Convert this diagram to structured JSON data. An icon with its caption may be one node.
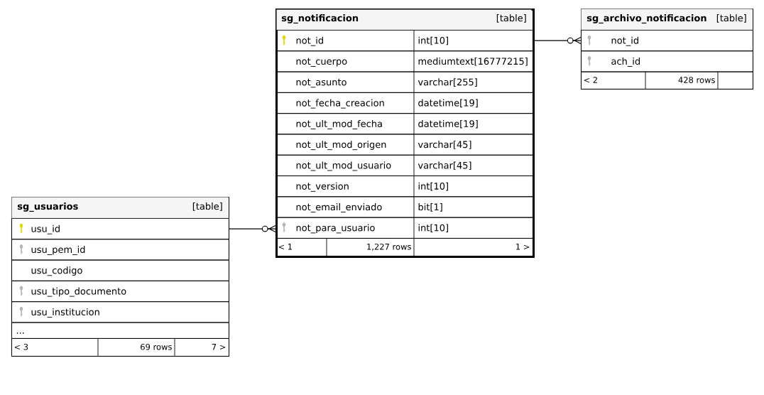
{
  "diagram": {
    "nodes": [
      {
        "text": [
          "sg_notificacion",
          "[table]"
        ]
      },
      {
        "text": [
          "not_id",
          "int[10]"
        ],
        "in": 0
      },
      {
        "text": [
          "not_cuerpo",
          "mediumtext[16777215]"
        ],
        "in": 0
      },
      {
        "text": [
          "not_asunto",
          "varchar[255]"
        ],
        "in": 0
      },
      {
        "text": [
          "not_fecha_creacion",
          "datetime[19]"
        ],
        "in": 0
      },
      {
        "text": [
          "not_ult_mod_fecha",
          "datetime[19]"
        ],
        "in": 0
      },
      {
        "text": [
          "not_ult_mod_origen",
          "varchar[45]"
        ],
        "in": 0
      },
      {
        "text": [
          "not_ult_mod_usuario",
          "varchar[45]"
        ],
        "in": 0
      },
      {
        "text": [
          "not_version",
          "int[10]"
        ],
        "in": 0
      },
      {
        "text": [
          "not_email_enviado",
          "bit[1]"
        ],
        "in": 0
      },
      {
        "text": [
          "not_para_usuario",
          "int[10]"
        ],
        "in": 0
      },
      {
        "text": [
          "< 1",
          "1,227 rows",
          "1 >"
        ],
        "in": 0
      },
      {
        "text": [
          "sg_archivo_notificacion",
          "[table]"
        ]
      },
      {
        "text": [
          "not_id"
        ],
        "in": 12
      },
      {
        "text": [
          "ach_id"
        ],
        "in": 12
      },
      {
        "text": [
          "< 2",
          "428 rows"
        ],
        "in": 12
      },
      {
        "text": [
          "sg_usuarios",
          "[table]"
        ]
      },
      {
        "text": [
          "usu_id"
        ],
        "in": 16
      },
      {
        "text": [
          "usu_pem_id"
        ],
        "in": 16
      },
      {
        "text": [
          "usu_codigo"
        ],
        "in": 16
      },
      {
        "text": [
          "usu_tipo_documento"
        ],
        "in": 16
      },
      {
        "text": [
          "usu_institucion"
        ],
        "in": 16
      },
      {
        "text": [
          "..."
        ],
        "in": 16
      },
      {
        "text": [
          "< 3",
          "69 rows",
          "7 >"
        ],
        "in": 16
      }
    ],
    "edges": [
      {
        "from": 1,
        "to": 13,
        "arrow": "other"
      },
      {
        "from": 17,
        "to": 10,
        "arrow": "other"
      }
    ]
  }
}
